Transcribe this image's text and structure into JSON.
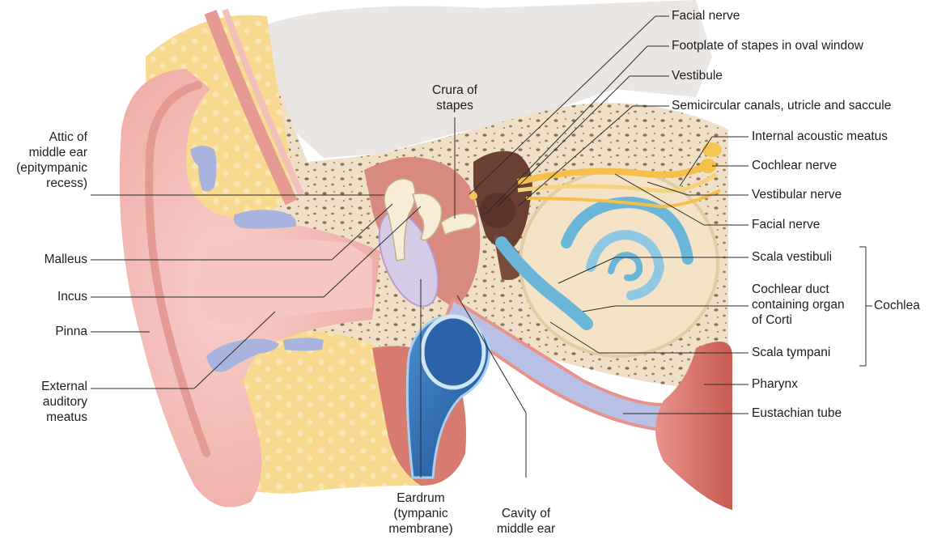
{
  "labels": {
    "attic": [
      "Attic of",
      "middle ear",
      "(epitympanic",
      "recess)"
    ],
    "malleus": "Malleus",
    "incus": "Incus",
    "pinna": "Pinna",
    "external_meatus": [
      "External",
      "auditory",
      "meatus"
    ],
    "crura": [
      "Crura of",
      "stapes"
    ],
    "eardrum": [
      "Eardrum",
      "(tympanic",
      "membrane)"
    ],
    "cavity": [
      "Cavity of",
      "middle ear"
    ],
    "facial_nerve_top": "Facial nerve",
    "footplate": "Footplate of stapes in oval window",
    "vestibule": "Vestibule",
    "semicircular": "Semicircular canals, utricle and saccule",
    "internal_meatus": "Internal acoustic meatus",
    "cochlear_nerve": "Cochlear nerve",
    "vestibular_nerve": "Vestibular nerve",
    "facial_nerve_right": "Facial nerve",
    "scala_vestibuli": "Scala vestibuli",
    "cochlear_duct": [
      "Cochlear duct",
      "containing organ",
      "of Corti"
    ],
    "scala_tympani": "Scala tympani",
    "cochlea": "Cochlea",
    "pharynx": "Pharynx",
    "eustachian": "Eustachian tube"
  },
  "colors": {
    "skin": "#f3b9b5",
    "skin_dark": "#e79691",
    "fat": "#f8dc9a",
    "bone": "#f0e2cc",
    "bone_spot": "#8a6f58",
    "muscle": "#d9786d",
    "duct_blue": "#2f6fb6",
    "vessel_blue": "#a8b4de",
    "cochlea_cream": "#f4e3c6",
    "cochlea_blue": "#69b6d8",
    "nerve_yellow": "#f4c04a",
    "vestibule_brown": "#6a4035",
    "line": "#2a2a2a"
  }
}
